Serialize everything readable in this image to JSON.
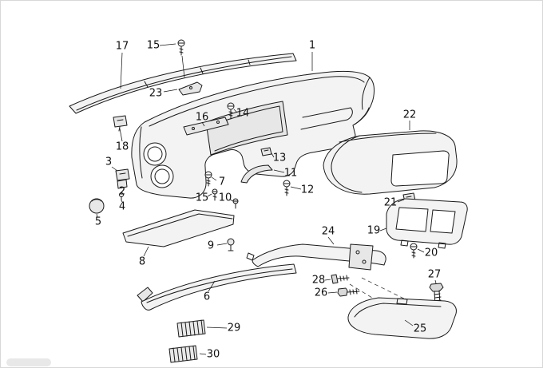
{
  "page": {
    "background": "#ffffff",
    "line_color": "#1a1a1a"
  },
  "callouts": [
    "17",
    "15",
    "1",
    "23",
    "16",
    "14",
    "22",
    "18",
    "3",
    "13",
    "11",
    "7",
    "2",
    "12",
    "15",
    "10",
    "4",
    "21",
    "5",
    "24",
    "19",
    "9",
    "20",
    "8",
    "27",
    "28",
    "26",
    "6",
    "29",
    "25",
    "30"
  ]
}
